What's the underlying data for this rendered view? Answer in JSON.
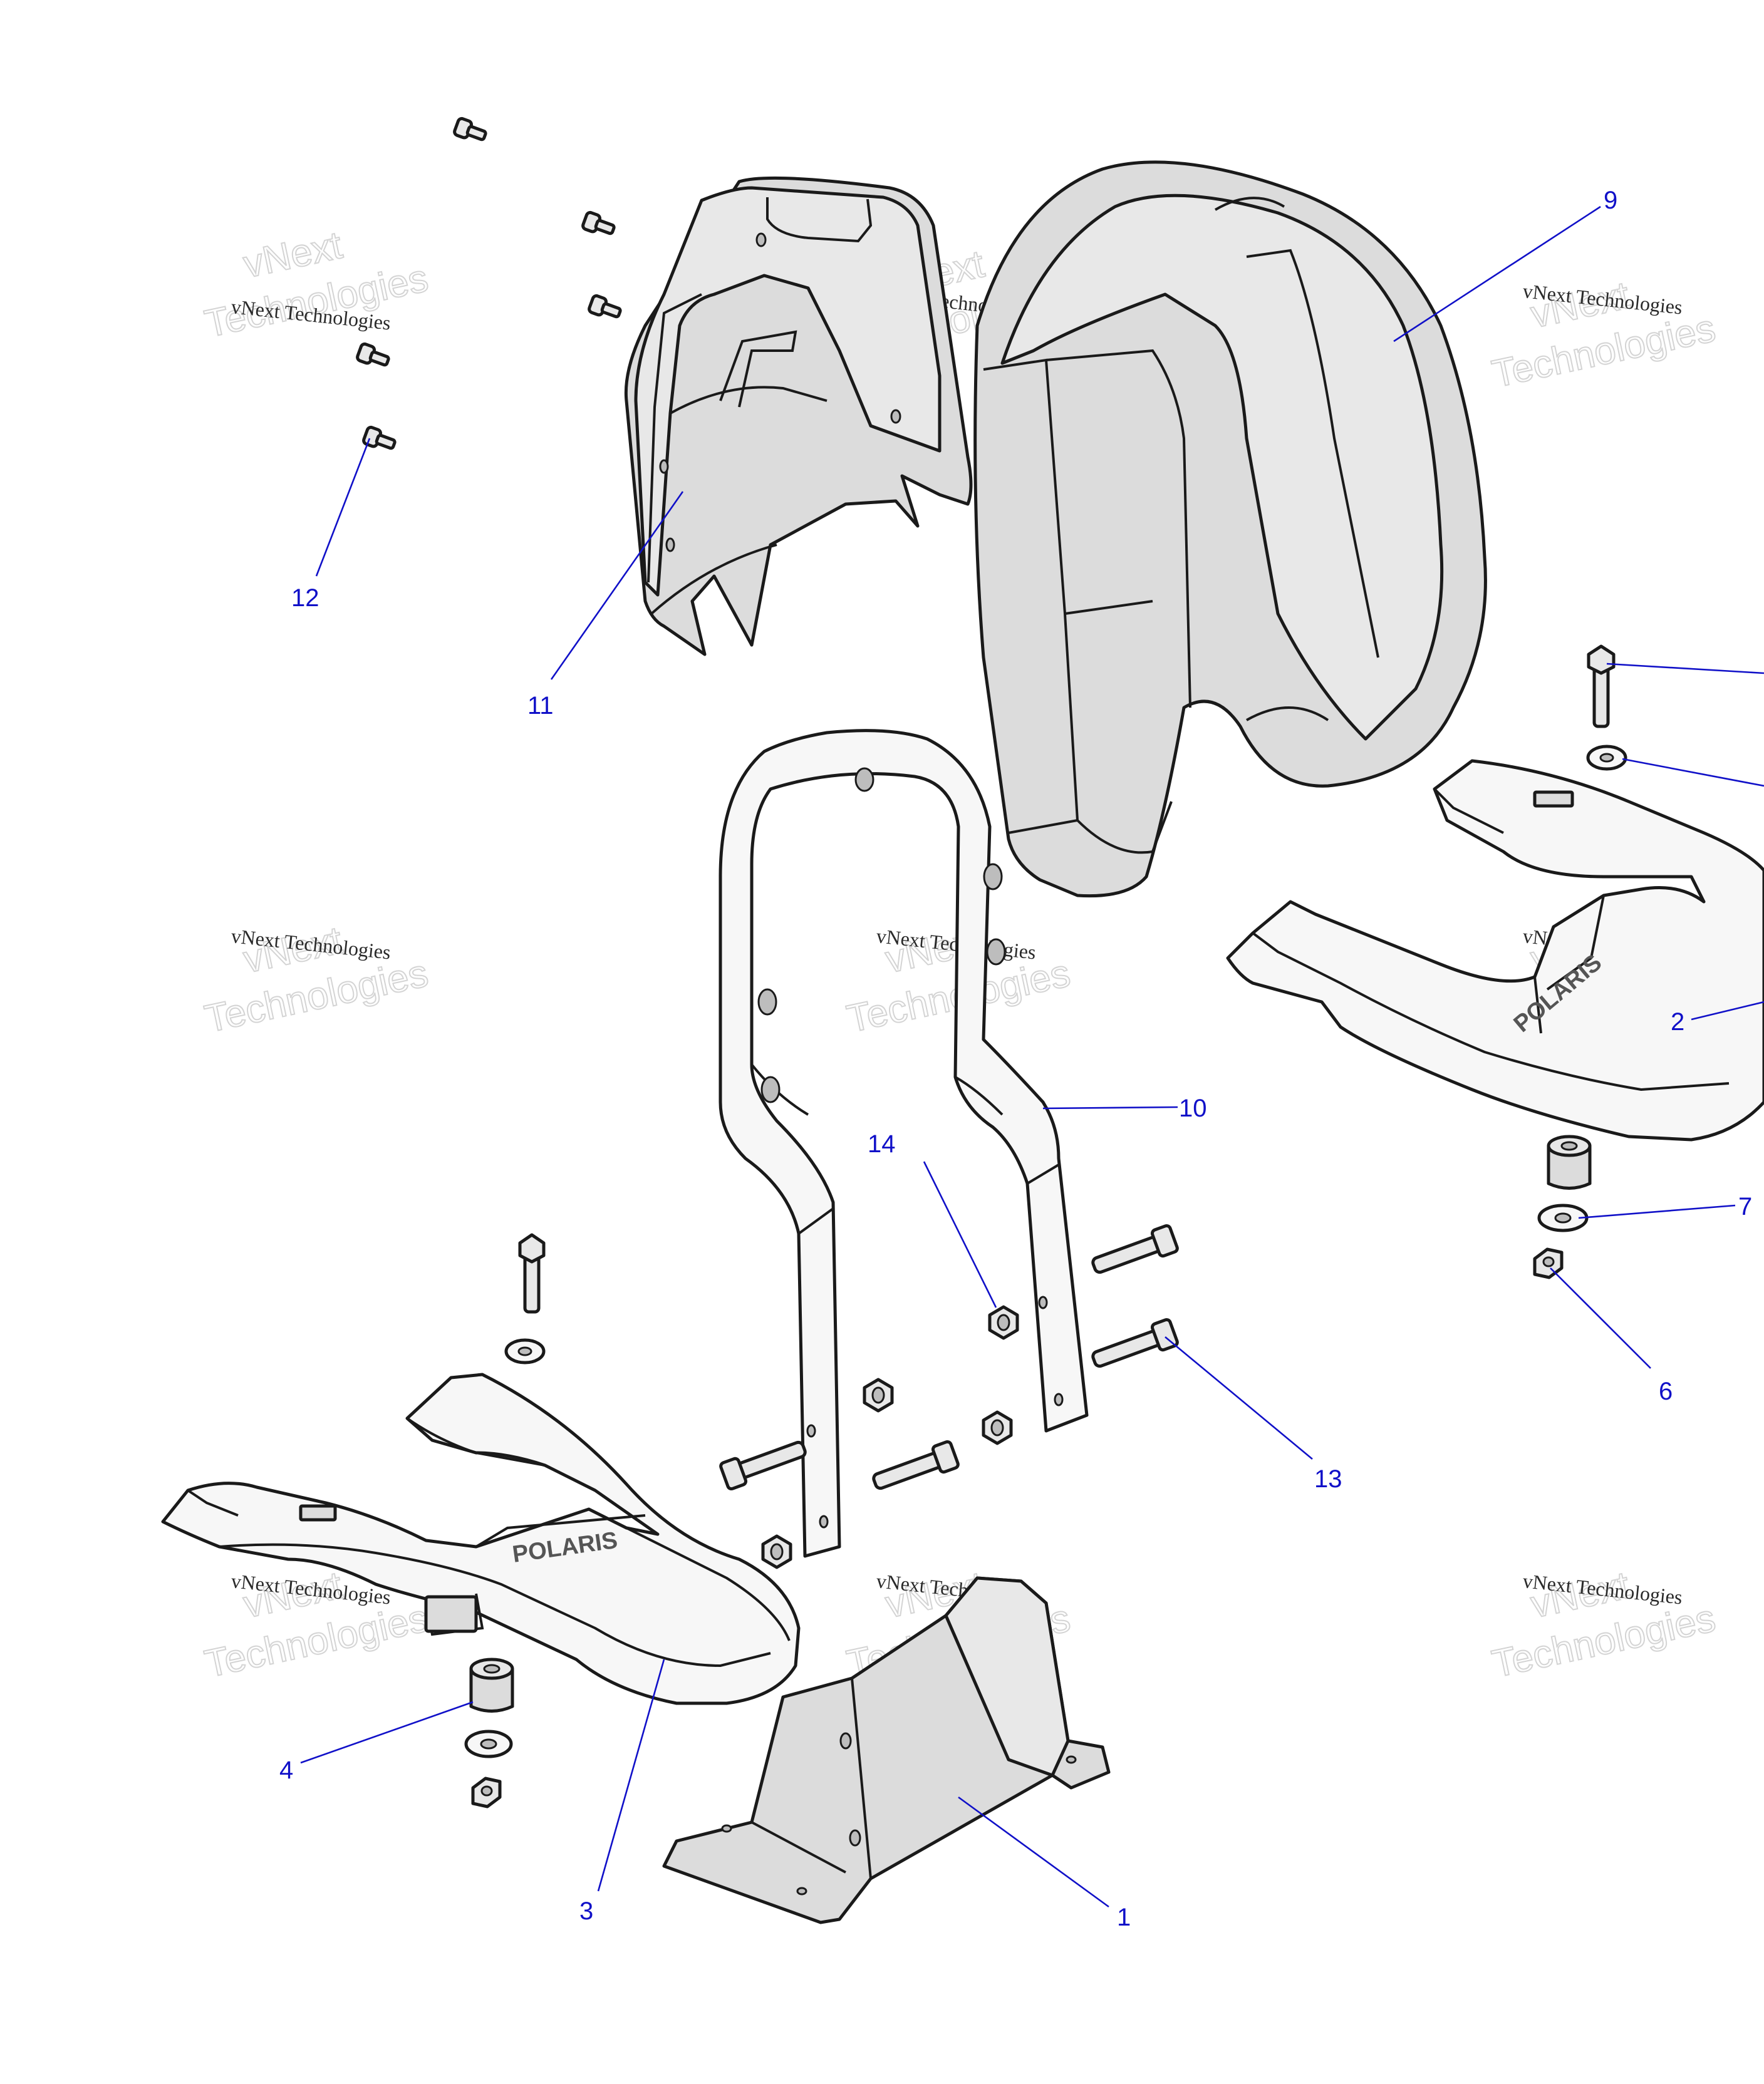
{
  "watermark": {
    "line1": "vNext Technologies",
    "line2": "vNext",
    "line3": "Technologies"
  },
  "parts": [
    {
      "id": "part-1",
      "callout": "1"
    },
    {
      "id": "part-2",
      "callout": "2"
    },
    {
      "id": "part-3",
      "callout": "3"
    },
    {
      "id": "part-4",
      "callout": "4"
    },
    {
      "id": "part-6",
      "callout": "6"
    },
    {
      "id": "part-7",
      "callout": "7"
    },
    {
      "id": "part-9",
      "callout": "9"
    },
    {
      "id": "part-10",
      "callout": "10"
    },
    {
      "id": "part-11",
      "callout": "11"
    },
    {
      "id": "part-12",
      "callout": "12"
    },
    {
      "id": "part-13",
      "callout": "13"
    },
    {
      "id": "part-14",
      "callout": "14"
    }
  ],
  "brand_text": "POLARIS"
}
